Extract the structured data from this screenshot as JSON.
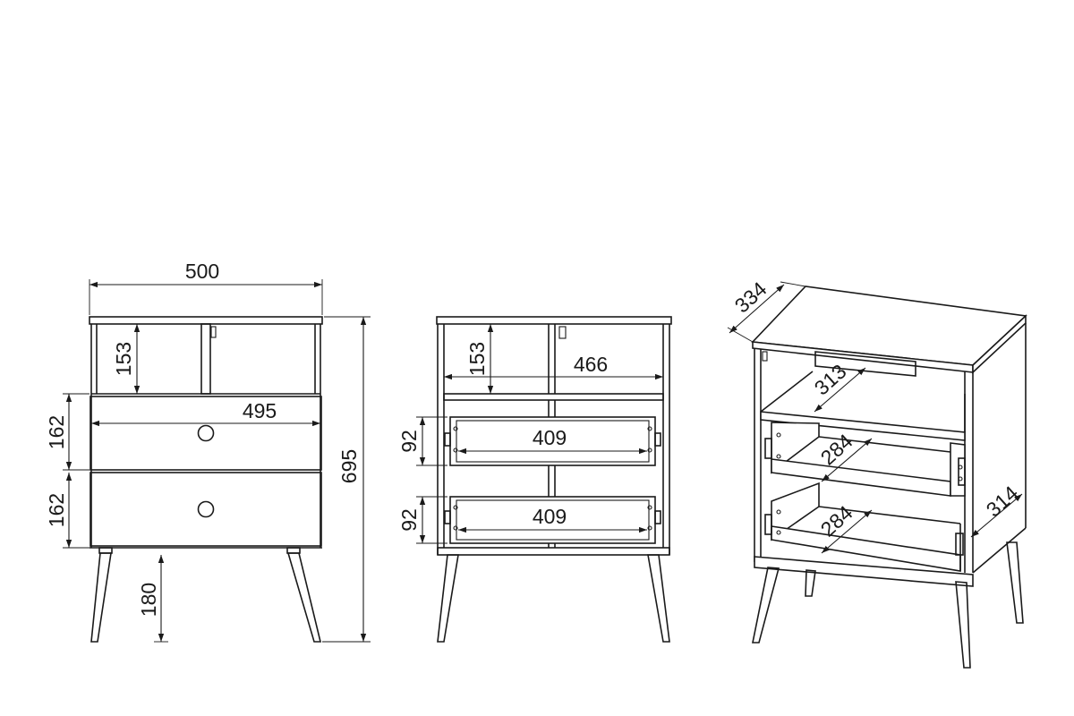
{
  "front_view": {
    "overall_width": "500",
    "overall_height": "695",
    "shelf_height": "153",
    "drawer_width": "495",
    "drawer_upper_height": "162",
    "drawer_lower_height": "162",
    "leg_height": "180"
  },
  "section_view": {
    "shelf_height": "153",
    "inner_width": "466",
    "drawer_upper_height": "92",
    "drawer_upper_width": "409",
    "drawer_lower_height": "92",
    "drawer_lower_width": "409"
  },
  "isometric_view": {
    "top_depth": "334",
    "shelf_depth": "313",
    "drawer_upper_depth": "284",
    "drawer_lower_depth": "284",
    "body_depth": "314"
  }
}
